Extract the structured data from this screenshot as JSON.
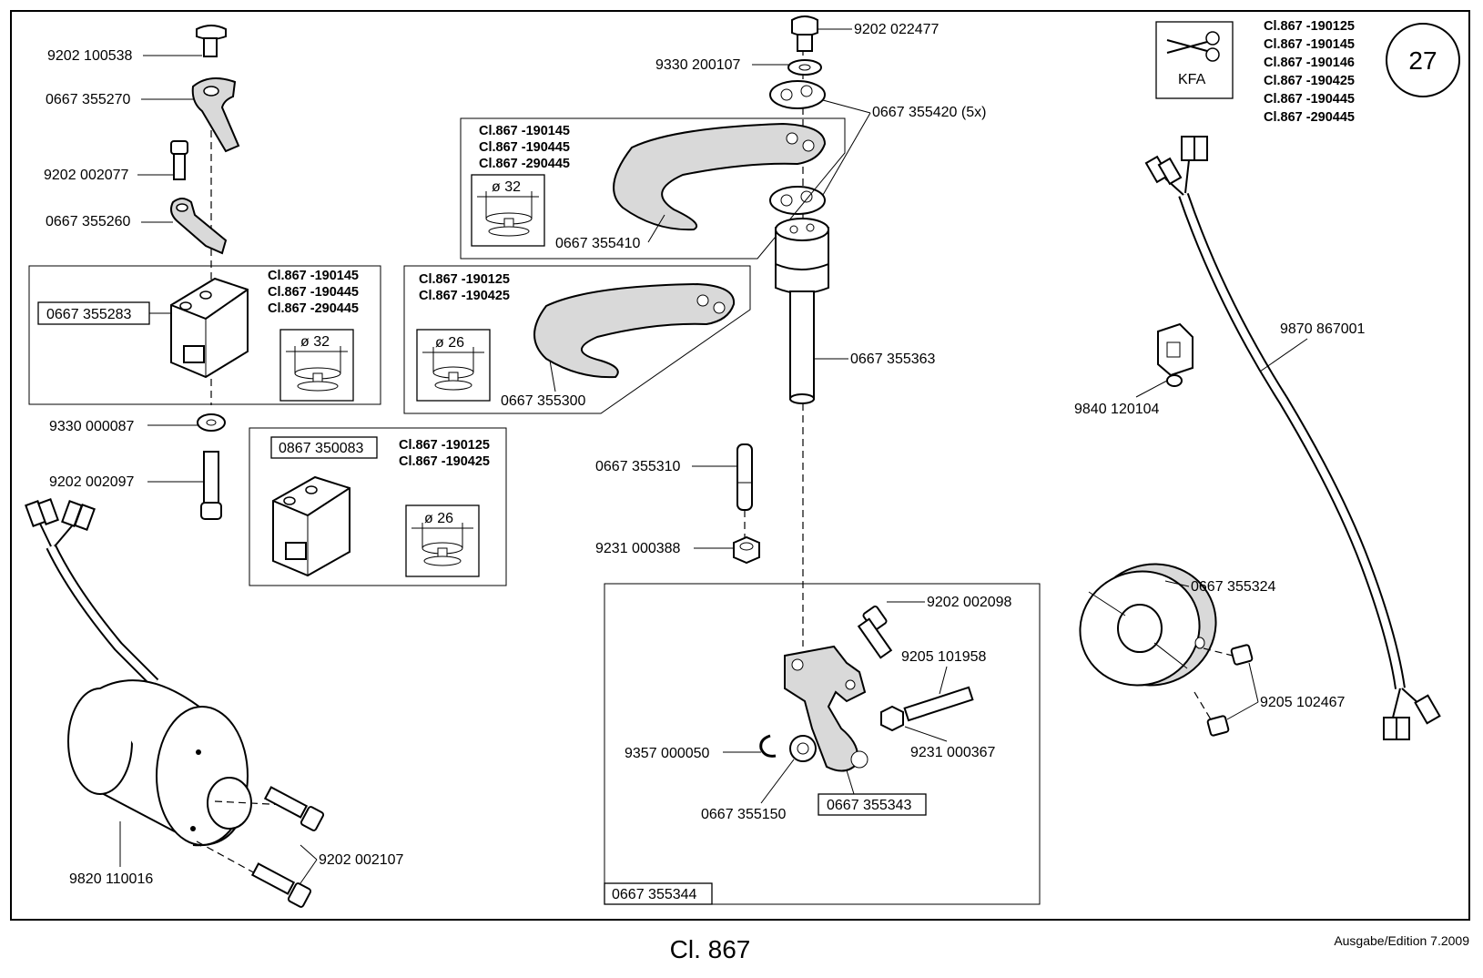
{
  "page": {
    "page_number": "27",
    "kfa_label": "KFA",
    "footer_title": "Cl. 867",
    "edition": "Ausgabe/Edition  7.2009"
  },
  "variants_header": [
    "Cl.867 -190125",
    "Cl.867 -190145",
    "Cl.867 -190146",
    "Cl.867 -190425",
    "Cl.867 -190445",
    "Cl.867 -290445"
  ],
  "groups": {
    "box_left_variants": [
      "Cl.867 -190145",
      "Cl.867 -190445",
      "Cl.867 -290445"
    ],
    "box_lower_variants": [
      "Cl.867 -190125",
      "Cl.867 -190425"
    ],
    "box_top_variants": [
      "Cl.867 -190145",
      "Cl.867 -190445",
      "Cl.867 -290445"
    ],
    "box_mid_variants": [
      "Cl.867 -190125",
      "Cl.867 -190425"
    ],
    "dia_32": "ø 32",
    "dia_26": "ø 26"
  },
  "labels": {
    "p9202_100538": "9202 100538",
    "p0667_355270": "0667 355270",
    "p9202_002077": "9202 002077",
    "p0667_355260": "0667 355260",
    "p0667_355283": "0667 355283",
    "p9330_000087": "9330 000087",
    "p9202_002097": "9202 002097",
    "p0867_350083": "0867 350083",
    "p9820_110016": "9820 110016",
    "p9202_002107": "9202 002107",
    "p9202_022477": "9202 022477",
    "p9330_200107": "9330 200107",
    "p0667_355420": "0667 355420 (5x)",
    "p0667_355410": "0667 355410",
    "p0667_355300": "0667 355300",
    "p0667_355363": "0667 355363",
    "p0667_355310": "0667 355310",
    "p9231_000388": "9231 000388",
    "p9202_002098": "9202 002098",
    "p9205_101958": "9205 101958",
    "p9231_000367": "9231 000367",
    "p9357_000050": "9357 000050",
    "p0667_355150": "0667 355150",
    "p0667_355343": "0667 355343",
    "p0667_355344": "0667 355344",
    "p9870_867001": "9870 867001",
    "p9840_120104": "9840 120104",
    "p0667_355324": "0667 355324",
    "p9205_102467": "9205 102467"
  }
}
